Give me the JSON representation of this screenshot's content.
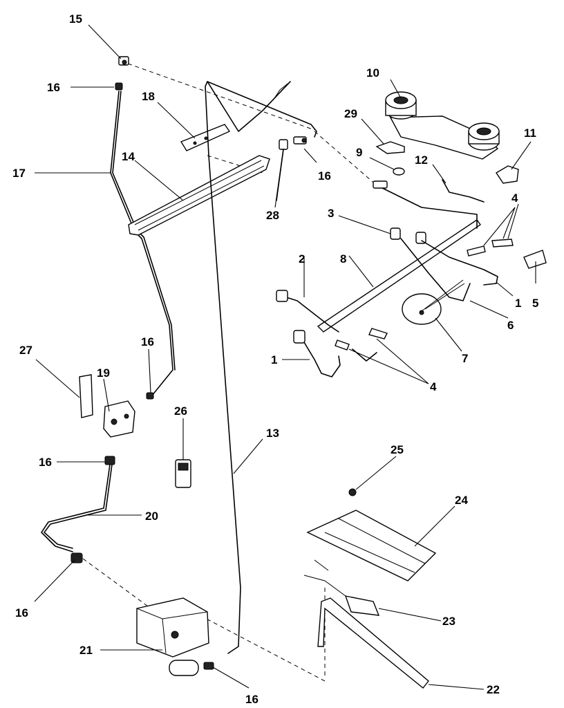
{
  "diagram": {
    "callouts": {
      "c1a": "1",
      "c1b": "1",
      "c2": "2",
      "c3": "3",
      "c4a": "4",
      "c4b": "4",
      "c5": "5",
      "c6": "6",
      "c7": "7",
      "c8": "8",
      "c9": "9",
      "c10": "10",
      "c11": "11",
      "c12": "12",
      "c13": "13",
      "c14": "14",
      "c15": "15",
      "c16a": "16",
      "c16b": "16",
      "c16c": "16",
      "c16d": "16",
      "c16e": "16",
      "c16f": "16",
      "c17": "17",
      "c18": "18",
      "c19": "19",
      "c20": "20",
      "c21": "21",
      "c22": "22",
      "c23": "23",
      "c24": "24",
      "c25": "25",
      "c26": "26",
      "c27": "27",
      "c28": "28",
      "c29": "29"
    }
  }
}
